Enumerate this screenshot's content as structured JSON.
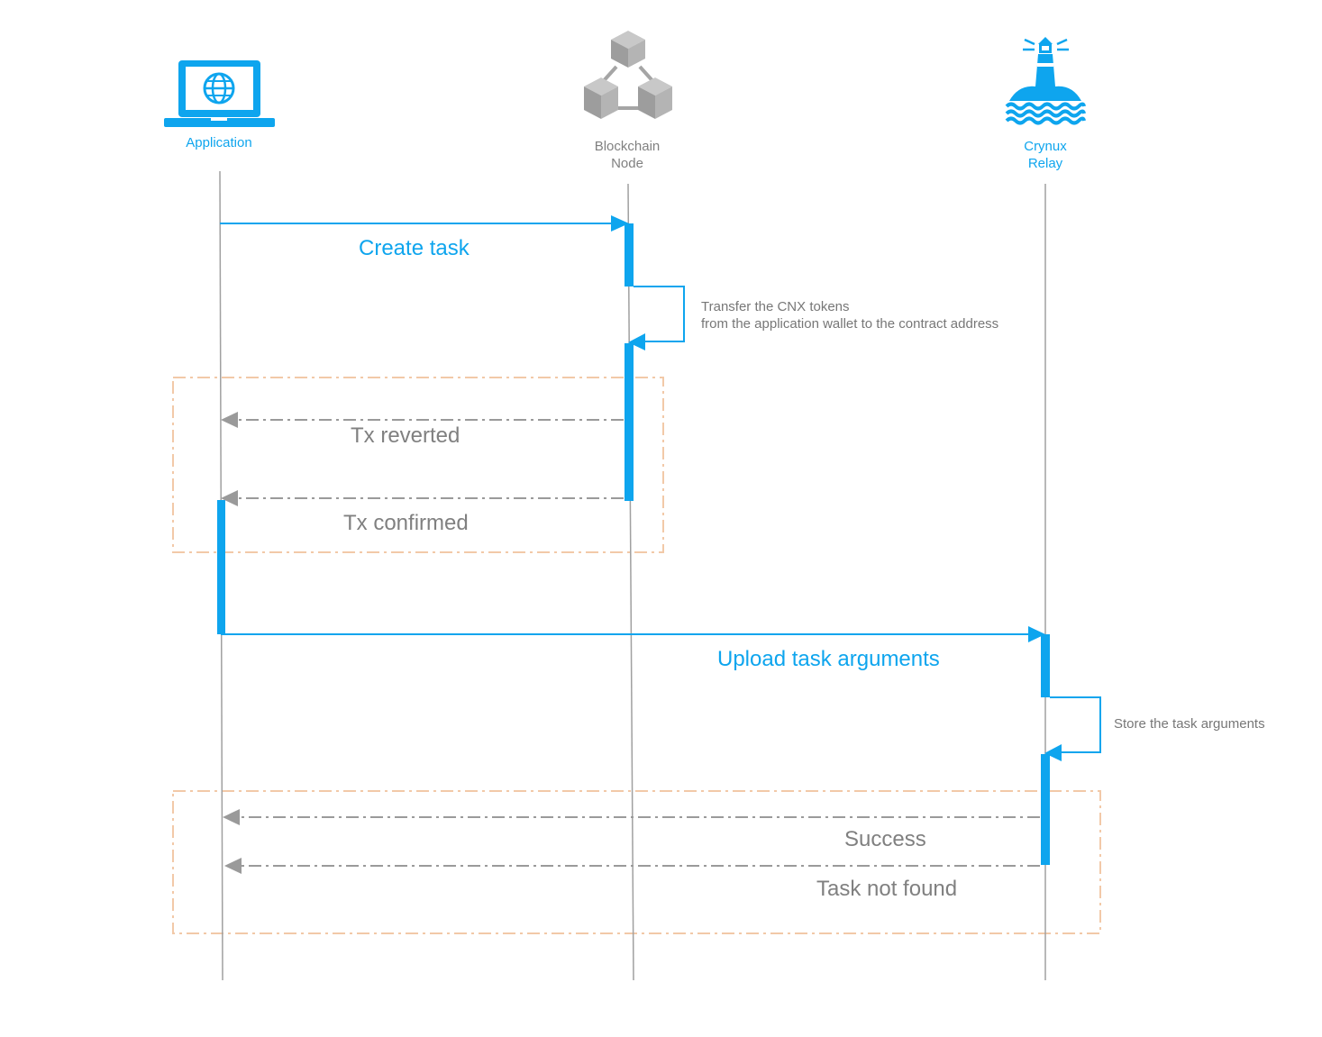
{
  "actors": [
    {
      "id": "application",
      "line1": "Application",
      "line2": "",
      "icon": "laptop-globe-icon"
    },
    {
      "id": "blockchain",
      "line1": "Blockchain",
      "line2": "Node",
      "icon": "blockchain-cubes-icon"
    },
    {
      "id": "relay",
      "line1": "Crynux",
      "line2": "Relay",
      "icon": "lighthouse-icon"
    }
  ],
  "messages": {
    "create_task": "Create task",
    "tx_reverted": "Tx reverted",
    "tx_confirmed": "Tx confirmed",
    "upload_task_arguments": "Upload task arguments",
    "success": "Success",
    "task_not_found": "Task not found"
  },
  "notes": {
    "transfer_line1": "Transfer the CNX tokens",
    "transfer_line2": "from the application wallet to the contract address",
    "store": "Store the task arguments"
  },
  "colors": {
    "accent": "#0ea5ee",
    "lifeline": "#a0a0a0",
    "return_arrow": "#9a9a9a",
    "alt_frame": "#f2c9a8",
    "text_grey": "#808080"
  }
}
